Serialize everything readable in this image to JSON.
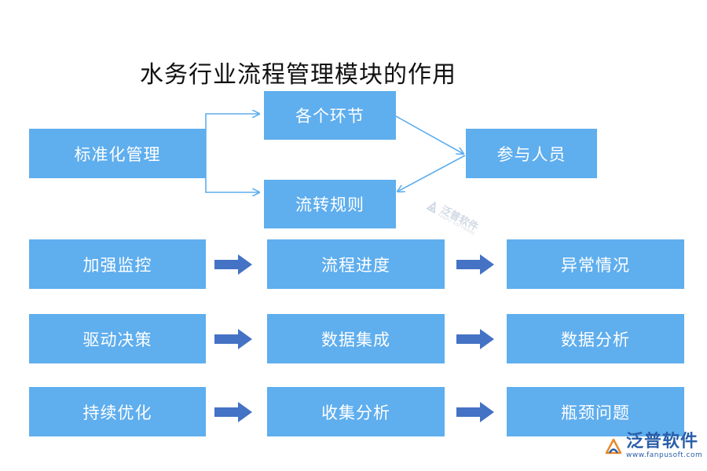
{
  "title": "水务行业流程管理模块的作用",
  "top_flow": {
    "source": "标准化管理",
    "upper": "各个环节",
    "lower": "流转规则",
    "right": "参与人员"
  },
  "rows": [
    {
      "left": "加强监控",
      "middle": "流程进度",
      "right": "异常情况"
    },
    {
      "left": "驱动决策",
      "middle": "数据集成",
      "right": "数据分析"
    },
    {
      "left": "持续优化",
      "middle": "收集分析",
      "right": "瓶颈问题"
    }
  ],
  "colors": {
    "box_fill": "#5faeee",
    "box_text": "#ffffff",
    "connector": "#5faeee",
    "block_arrow": "#4472c4",
    "logo": "#2a5ea8"
  },
  "watermark": {
    "main": "泛普软件",
    "sub": "FANPU SOFTWARE"
  },
  "logo": {
    "main": "泛普软件",
    "sub": "www.fanpusoft.com"
  }
}
